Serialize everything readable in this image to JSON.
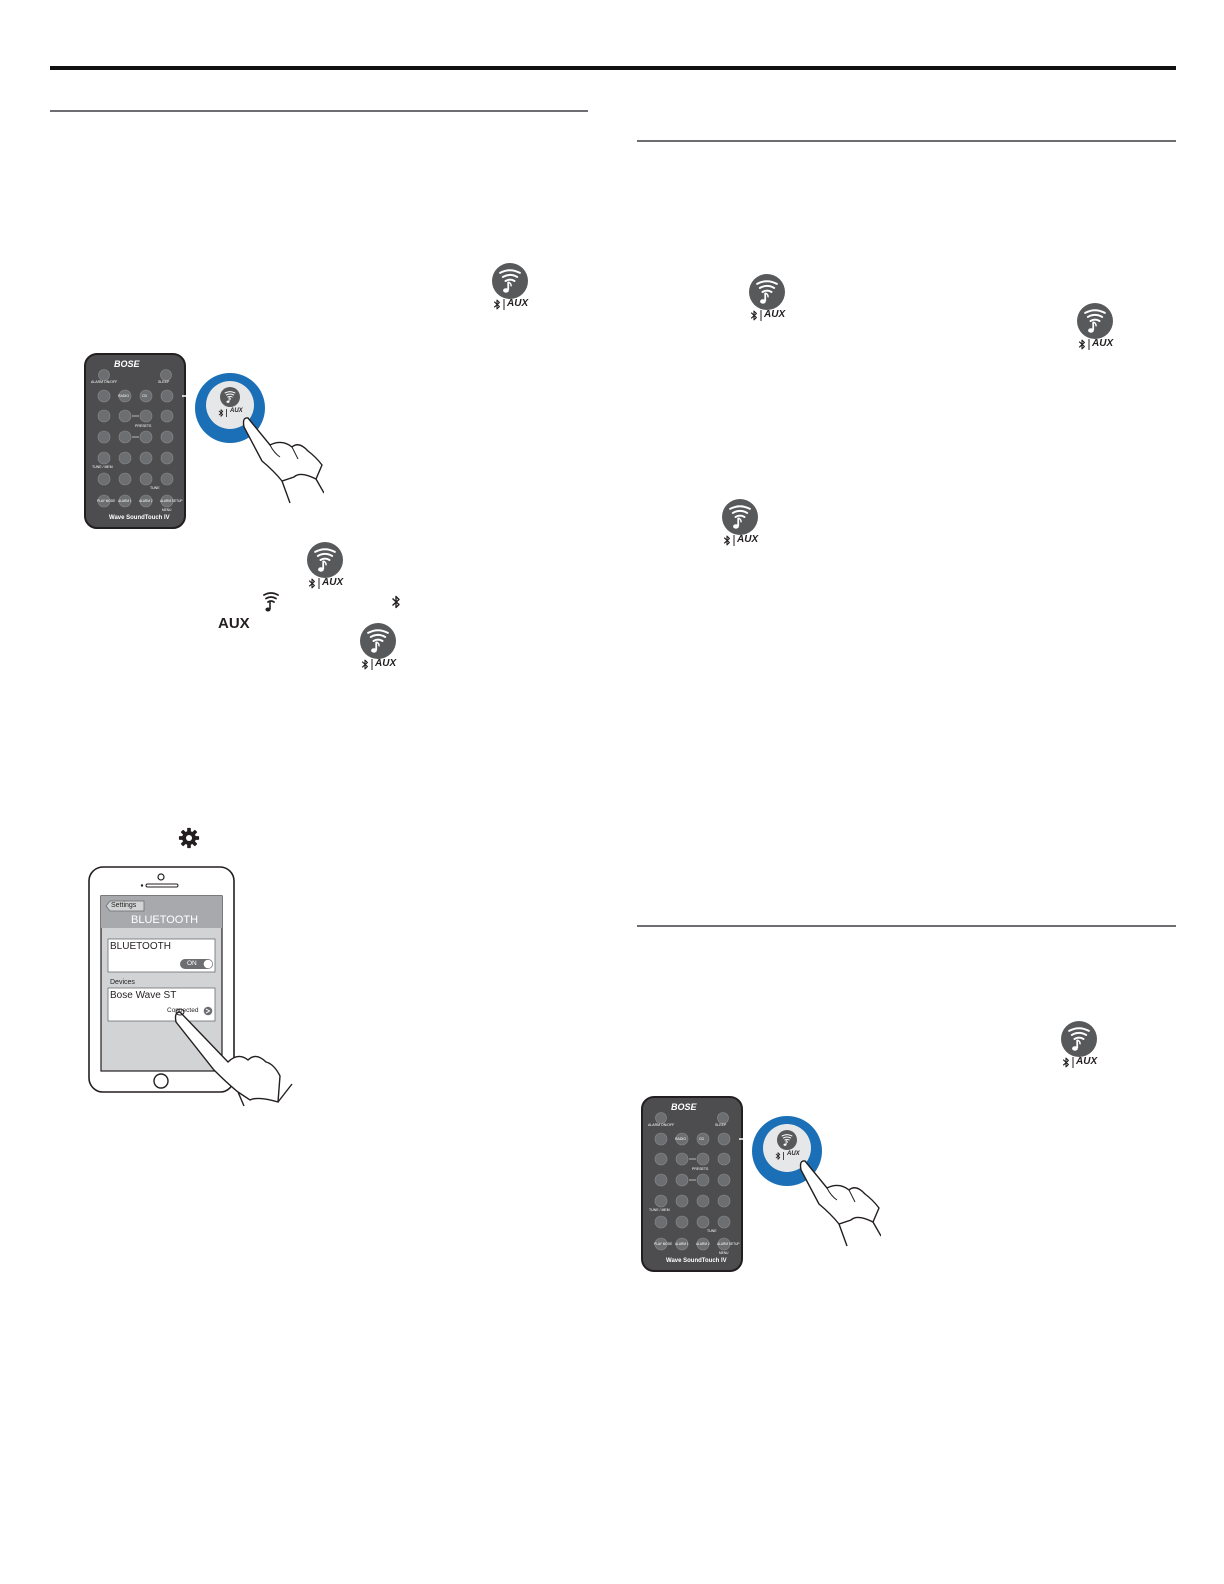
{
  "icons": {
    "source_button": "bluetooth-aux-source-button-icon",
    "music_note": "music-note-icon",
    "bluetooth": "bluetooth-icon",
    "gear": "gear-icon"
  },
  "source_button_label": "AUX",
  "inline_aux_label": "AUX",
  "remote": {
    "brand": "BOSE",
    "model": "Wave SoundTouch IV",
    "keys": {
      "alarm_on_off": "ALARM ON/OFF",
      "sleep": "SLEEP",
      "radio": "RADIO",
      "cd": "CD",
      "presets": "PRESETS",
      "tune_mem": "TUNE / MEM",
      "tune": "TUNE",
      "play_mode": "PLAY MODE",
      "alarm_1": "ALARM 1",
      "alarm_2": "ALARM 2",
      "alarm_setup": "ALARM SETUP",
      "menu": "MENU",
      "bt_aux": "AUX"
    }
  },
  "phone": {
    "back_button": "Settings",
    "title": "BLUETOOTH",
    "bluetooth_row_label": "BLUETOOTH",
    "toggle_label": "ON",
    "devices_header": "Devices",
    "device_name": "Bose Wave ST",
    "device_status": "Connected"
  },
  "colors": {
    "highlight_blue": "#1a6fb6",
    "icon_gray": "#58595b",
    "remote_body": "#4d4d4f"
  }
}
